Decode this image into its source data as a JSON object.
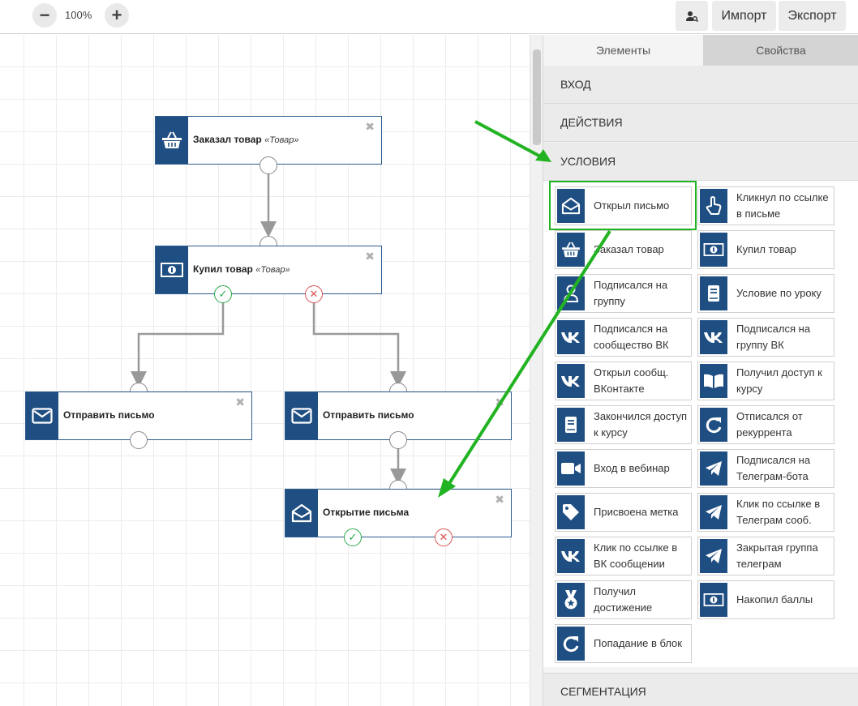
{
  "toolbar": {
    "zoom_out_label": "−",
    "zoom_level": "100%",
    "zoom_in_label": "+",
    "import_label": "Импорт",
    "export_label": "Экспорт",
    "user_search_icon": "user-search-icon"
  },
  "canvas": {
    "nodes": [
      {
        "title": "Заказал товар",
        "subtitle": "«Товар»",
        "icon": "basket-icon"
      },
      {
        "title": "Купил товар",
        "subtitle": "«Товар»",
        "icon": "money-icon"
      },
      {
        "title": "Отправить письмо",
        "icon": "envelope-icon"
      },
      {
        "title": "Отправить письмо",
        "icon": "envelope-icon"
      },
      {
        "title": "Открытие письма",
        "icon": "envelope-open-icon"
      }
    ],
    "close_glyph": "✖",
    "ok_glyph": "✓",
    "no_glyph": "✕"
  },
  "panel": {
    "tabs": [
      "Элементы",
      "Свойства"
    ],
    "sections": {
      "input": "ВХОД",
      "actions": "ДЕЙСТВИЯ",
      "conditions": "УСЛОВИЯ",
      "segmentation": "СЕГМЕНТАЦИЯ"
    },
    "items": [
      {
        "label": "Открыл письмо",
        "icon": "envelope-open-icon"
      },
      {
        "label": "Кликнул по ссылке в письме",
        "icon": "hand-pointer-icon"
      },
      {
        "label": "Заказал товар",
        "icon": "basket-icon"
      },
      {
        "label": "Купил товар",
        "icon": "money-icon"
      },
      {
        "label": "Подписался на группу",
        "icon": "user-icon"
      },
      {
        "label": "Условие по уроку",
        "icon": "book-icon"
      },
      {
        "label": "Подписался на сообщество ВК",
        "icon": "vk-icon"
      },
      {
        "label": "Подписался на группу ВК",
        "icon": "vk-icon"
      },
      {
        "label": "Открыл сообщ. ВКонтакте",
        "icon": "vk-icon"
      },
      {
        "label": "Получил доступ к курсу",
        "icon": "open-book-icon"
      },
      {
        "label": "Закончился доступ к курсу",
        "icon": "book-icon"
      },
      {
        "label": "Отписался от рекуррента",
        "icon": "redo-icon"
      },
      {
        "label": "Вход в вебинар",
        "icon": "video-icon"
      },
      {
        "label": "Подписался на Телеграм-бота",
        "icon": "telegram-icon"
      },
      {
        "label": "Присвоена метка",
        "icon": "tag-icon"
      },
      {
        "label": "Клик по ссылке в Телеграм сооб.",
        "icon": "telegram-icon"
      },
      {
        "label": "Клик по ссылке в ВК сообщении",
        "icon": "vk-icon"
      },
      {
        "label": "Закрытая группа телеграм",
        "icon": "telegram-icon"
      },
      {
        "label": "Получил достижение",
        "icon": "medal-icon"
      },
      {
        "label": "Накопил баллы",
        "icon": "money-icon"
      },
      {
        "label": "Попадание в блок",
        "icon": "redo-icon"
      }
    ]
  },
  "colors": {
    "node_blue": "#1f4e82",
    "ok_green": "#2aa84a",
    "no_red": "#d9534f",
    "annotation_green": "#22b322"
  }
}
